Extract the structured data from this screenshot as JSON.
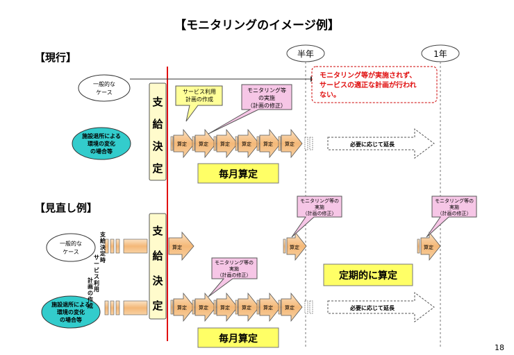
{
  "title": "【モニタリングのイメージ例】",
  "section_current": "【現行】",
  "section_revised": "【見直し例】",
  "timeline": {
    "half_year": "半年",
    "one_year": "1年"
  },
  "case_general": [
    "一般的な",
    "ケース"
  ],
  "case_change": [
    "施設退所による",
    "環境の変化",
    "の場合等"
  ],
  "shikyu": [
    "支",
    "給",
    "決",
    "定"
  ],
  "callout_service_plan": [
    "サービス利用",
    "計画の作成"
  ],
  "callout_monitoring": [
    "モニタリング等",
    "の実施",
    "（計画の修正）"
  ],
  "callout_monitoring_small": [
    "モニタリング等の",
    "実施",
    "（計画の修正）"
  ],
  "warning_text": [
    "モニタリング等が実施されず、",
    "サービスの適正な計画が行われ",
    "ない。"
  ],
  "santei": "算定",
  "monthly_santei": "毎月算定",
  "periodic_santei": "定期的に算定",
  "extend_note": "必要に応じて延長",
  "vertical_note": [
    "支給決定時",
    "サービス利用",
    "計画の作成"
  ],
  "page_number": "18",
  "colors": {
    "arrow_fill": "#f5c892",
    "arrow_stroke": "#444444",
    "shikyu_fill": "#fffbcc",
    "santei_fill": "#ffff66",
    "case_change_fill": "#33cccc",
    "callout_yellow": "#ffff99",
    "callout_pink": "#f6c6e6",
    "warning_border": "#cc0000",
    "warning_text": "#e01010",
    "red_line": "#e01010"
  }
}
